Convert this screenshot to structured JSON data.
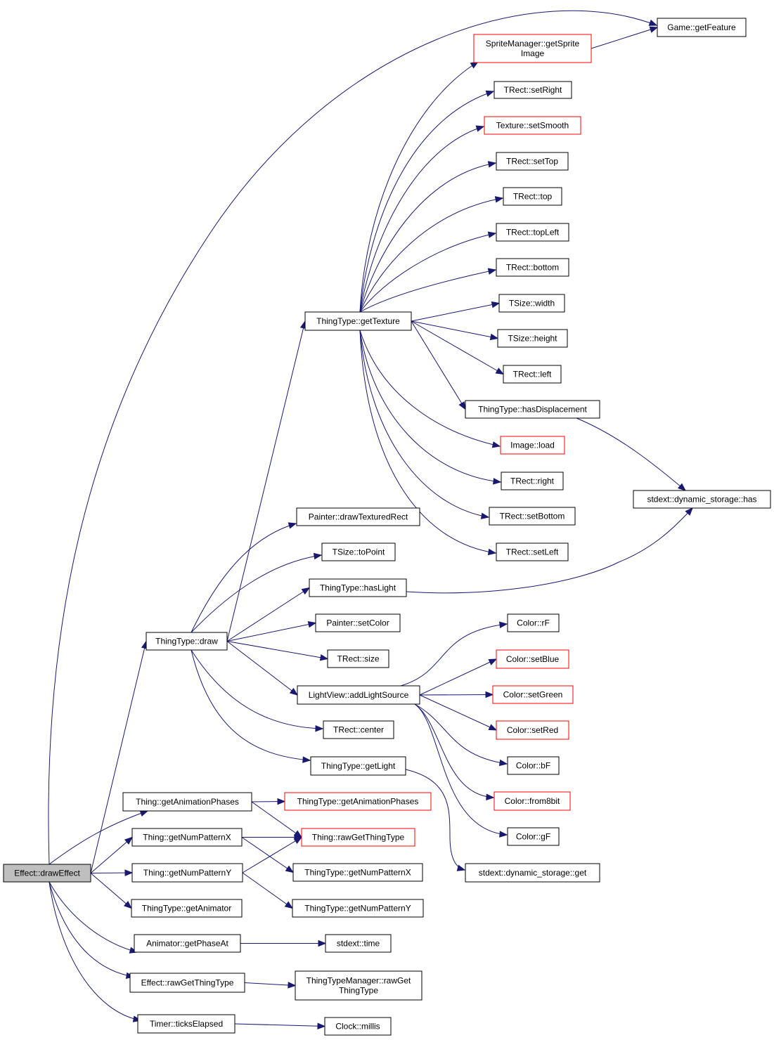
{
  "nodes": [
    {
      "id": "drawEffect",
      "label": "Effect::drawEffect",
      "color": "#000000",
      "root": true
    },
    {
      "id": "getFeature",
      "label": "Game::getFeature",
      "color": "#000000"
    },
    {
      "id": "getSpriteImage",
      "label": "SpriteManager::getSprite Image",
      "lines": [
        "SpriteManager::getSprite",
        "Image"
      ],
      "color": "#ff0000"
    },
    {
      "id": "setRight",
      "label": "TRect::setRight",
      "color": "#000000"
    },
    {
      "id": "setSmooth",
      "label": "Texture::setSmooth",
      "color": "#ff0000"
    },
    {
      "id": "setTop",
      "label": "TRect::setTop",
      "color": "#000000"
    },
    {
      "id": "top",
      "label": "TRect::top",
      "color": "#000000"
    },
    {
      "id": "topLeft",
      "label": "TRect::topLeft",
      "color": "#000000"
    },
    {
      "id": "bottom",
      "label": "TRect::bottom",
      "color": "#000000"
    },
    {
      "id": "width",
      "label": "TSize::width",
      "color": "#000000"
    },
    {
      "id": "height",
      "label": "TSize::height",
      "color": "#000000"
    },
    {
      "id": "left",
      "label": "TRect::left",
      "color": "#000000"
    },
    {
      "id": "hasDisplacement",
      "label": "ThingType::hasDisplacement",
      "color": "#000000"
    },
    {
      "id": "imageLoad",
      "label": "Image::load",
      "color": "#ff0000"
    },
    {
      "id": "right",
      "label": "TRect::right",
      "color": "#000000"
    },
    {
      "id": "setBottom",
      "label": "TRect::setBottom",
      "color": "#000000"
    },
    {
      "id": "setLeft",
      "label": "TRect::setLeft",
      "color": "#000000"
    },
    {
      "id": "getTexture",
      "label": "ThingType::getTexture",
      "color": "#000000"
    },
    {
      "id": "dsHas",
      "label": "stdext::dynamic_storage::has",
      "color": "#000000"
    },
    {
      "id": "drawTexturedRect",
      "label": "Painter::drawTexturedRect",
      "color": "#000000"
    },
    {
      "id": "toPoint",
      "label": "TSize::toPoint",
      "color": "#000000"
    },
    {
      "id": "hasLight",
      "label": "ThingType::hasLight",
      "color": "#000000"
    },
    {
      "id": "setColor",
      "label": "Painter::setColor",
      "color": "#000000"
    },
    {
      "id": "ttDraw",
      "label": "ThingType::draw",
      "color": "#000000"
    },
    {
      "id": "size",
      "label": "TRect::size",
      "color": "#000000"
    },
    {
      "id": "addLightSource",
      "label": "LightView::addLightSource",
      "color": "#000000"
    },
    {
      "id": "center",
      "label": "TRect::center",
      "color": "#000000"
    },
    {
      "id": "getLight",
      "label": "ThingType::getLight",
      "color": "#000000"
    },
    {
      "id": "rF",
      "label": "Color::rF",
      "color": "#000000"
    },
    {
      "id": "setBlue",
      "label": "Color::setBlue",
      "color": "#ff0000"
    },
    {
      "id": "setGreen",
      "label": "Color::setGreen",
      "color": "#ff0000"
    },
    {
      "id": "setRed",
      "label": "Color::setRed",
      "color": "#ff0000"
    },
    {
      "id": "bF",
      "label": "Color::bF",
      "color": "#000000"
    },
    {
      "id": "from8bit",
      "label": "Color::from8bit",
      "color": "#ff0000"
    },
    {
      "id": "gF",
      "label": "Color::gF",
      "color": "#000000"
    },
    {
      "id": "dsGet",
      "label": "stdext::dynamic_storage::get",
      "color": "#000000"
    },
    {
      "id": "thingGetAnimationPhases",
      "label": "Thing::getAnimationPhases",
      "color": "#000000"
    },
    {
      "id": "ttGetAnimationPhases",
      "label": "ThingType::getAnimationPhases",
      "color": "#ff0000"
    },
    {
      "id": "thingGetNumPatternX",
      "label": "Thing::getNumPatternX",
      "color": "#000000"
    },
    {
      "id": "rawGetThingType",
      "label": "Thing::rawGetThingType",
      "color": "#ff0000"
    },
    {
      "id": "thingGetNumPatternY",
      "label": "Thing::getNumPatternY",
      "color": "#000000"
    },
    {
      "id": "ttGetNumPatternX",
      "label": "ThingType::getNumPatternX",
      "color": "#000000"
    },
    {
      "id": "ttGetAnimator",
      "label": "ThingType::getAnimator",
      "color": "#000000"
    },
    {
      "id": "ttGetNumPatternY",
      "label": "ThingType::getNumPatternY",
      "color": "#000000"
    },
    {
      "id": "getPhaseAt",
      "label": "Animator::getPhaseAt",
      "color": "#000000"
    },
    {
      "id": "stdextTime",
      "label": "stdext::time",
      "color": "#000000"
    },
    {
      "id": "effectRawGetThingType",
      "label": "Effect::rawGetThingType",
      "color": "#000000"
    },
    {
      "id": "ttmRawGetThingType",
      "label": "ThingTypeManager::rawGet ThingType",
      "lines": [
        "ThingTypeManager::rawGet",
        "ThingType"
      ],
      "color": "#000000"
    },
    {
      "id": "ticksElapsed",
      "label": "Timer::ticksElapsed",
      "color": "#000000"
    },
    {
      "id": "millis",
      "label": "Clock::millis",
      "color": "#000000"
    }
  ],
  "edges": [
    [
      "drawEffect",
      "getFeature"
    ],
    [
      "drawEffect",
      "ttDraw"
    ],
    [
      "drawEffect",
      "thingGetAnimationPhases"
    ],
    [
      "drawEffect",
      "thingGetNumPatternX"
    ],
    [
      "drawEffect",
      "thingGetNumPatternY"
    ],
    [
      "drawEffect",
      "ttGetAnimator"
    ],
    [
      "drawEffect",
      "getPhaseAt"
    ],
    [
      "drawEffect",
      "effectRawGetThingType"
    ],
    [
      "drawEffect",
      "ticksElapsed"
    ],
    [
      "getSpriteImage",
      "getFeature"
    ],
    [
      "getTexture",
      "getSpriteImage"
    ],
    [
      "getTexture",
      "setRight"
    ],
    [
      "getTexture",
      "setSmooth"
    ],
    [
      "getTexture",
      "setTop"
    ],
    [
      "getTexture",
      "top"
    ],
    [
      "getTexture",
      "topLeft"
    ],
    [
      "getTexture",
      "bottom"
    ],
    [
      "getTexture",
      "width"
    ],
    [
      "getTexture",
      "height"
    ],
    [
      "getTexture",
      "left"
    ],
    [
      "getTexture",
      "hasDisplacement"
    ],
    [
      "getTexture",
      "imageLoad"
    ],
    [
      "getTexture",
      "right"
    ],
    [
      "getTexture",
      "setBottom"
    ],
    [
      "getTexture",
      "setLeft"
    ],
    [
      "hasDisplacement",
      "dsHas"
    ],
    [
      "hasLight",
      "dsHas"
    ],
    [
      "ttDraw",
      "getTexture"
    ],
    [
      "ttDraw",
      "drawTexturedRect"
    ],
    [
      "ttDraw",
      "toPoint"
    ],
    [
      "ttDraw",
      "hasLight"
    ],
    [
      "ttDraw",
      "setColor"
    ],
    [
      "ttDraw",
      "size"
    ],
    [
      "ttDraw",
      "addLightSource"
    ],
    [
      "ttDraw",
      "center"
    ],
    [
      "ttDraw",
      "getLight"
    ],
    [
      "addLightSource",
      "rF"
    ],
    [
      "addLightSource",
      "setBlue"
    ],
    [
      "addLightSource",
      "setGreen"
    ],
    [
      "addLightSource",
      "setRed"
    ],
    [
      "addLightSource",
      "bF"
    ],
    [
      "addLightSource",
      "from8bit"
    ],
    [
      "addLightSource",
      "gF"
    ],
    [
      "getLight",
      "dsGet"
    ],
    [
      "thingGetAnimationPhases",
      "ttGetAnimationPhases"
    ],
    [
      "thingGetAnimationPhases",
      "rawGetThingType"
    ],
    [
      "thingGetNumPatternX",
      "rawGetThingType"
    ],
    [
      "thingGetNumPatternX",
      "ttGetNumPatternX"
    ],
    [
      "thingGetNumPatternY",
      "rawGetThingType"
    ],
    [
      "thingGetNumPatternY",
      "ttGetNumPatternY"
    ],
    [
      "getPhaseAt",
      "stdextTime"
    ],
    [
      "effectRawGetThingType",
      "ttmRawGetThingType"
    ],
    [
      "ticksElapsed",
      "millis"
    ]
  ],
  "colors": {
    "edge": "#191970",
    "root_fill": "#bfbfbf",
    "node_border": "#000000",
    "node_border_red": "#ff0000"
  }
}
